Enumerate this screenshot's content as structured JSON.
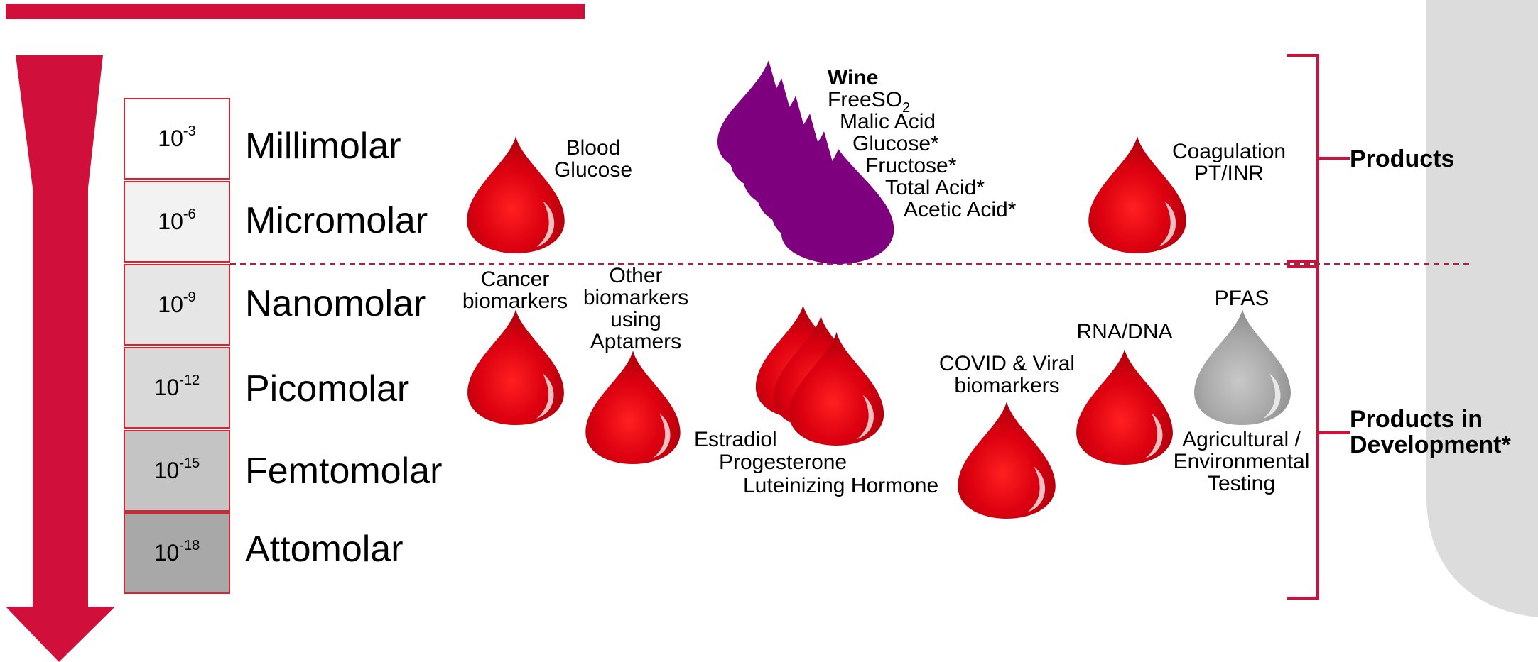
{
  "scale": {
    "rows": [
      {
        "base": "10",
        "exp": "-3",
        "label": "Millimolar",
        "fill": "#ffffff"
      },
      {
        "base": "10",
        "exp": "-6",
        "label": "Micromolar",
        "fill": "#f2f2f2"
      },
      {
        "base": "10",
        "exp": "-9",
        "label": "Nanomolar",
        "fill": "#e6e6e6"
      },
      {
        "base": "10",
        "exp": "-12",
        "label": "Picomolar",
        "fill": "#d9d9d9"
      },
      {
        "base": "10",
        "exp": "-15",
        "label": "Femtomolar",
        "fill": "#c4c4c4"
      },
      {
        "base": "10",
        "exp": "-18",
        "label": "Attomolar",
        "fill": "#a8a8a8"
      }
    ]
  },
  "labels": {
    "blood_glucose": [
      "Blood",
      "Glucose"
    ],
    "coagulation": [
      "Coagulation",
      "PT/INR"
    ],
    "cancer": [
      "Cancer",
      "biomarkers"
    ],
    "aptamers": [
      "Other",
      "biomarkers",
      "using",
      "Aptamers"
    ],
    "hormones": [
      "Estradiol",
      "Progesterone",
      "Luteinizing Hormone"
    ],
    "covid": [
      "COVID & Viral",
      "biomarkers"
    ],
    "rna_dna": "RNA/DNA",
    "pfas": "PFAS",
    "agricultural": [
      "Agricultural /",
      "Environmental",
      "Testing"
    ]
  },
  "wine": {
    "title": "Wine",
    "free_so2_main": "FreeSO",
    "free_so2_sub": "2",
    "items": [
      "Malic Acid",
      "Glucose*",
      "Fructose*",
      "Total Acid*",
      "Acetic Acid*"
    ]
  },
  "categories": {
    "products": "Products",
    "in_development": [
      "Products in",
      "Development*"
    ]
  },
  "colors": {
    "accent_red": "#d0103a",
    "drop_red": "#d8001c",
    "wine_purple": "#7f007f",
    "pfas_gray": "#a6a6a6",
    "panel_gray": "#dcdcdc"
  }
}
